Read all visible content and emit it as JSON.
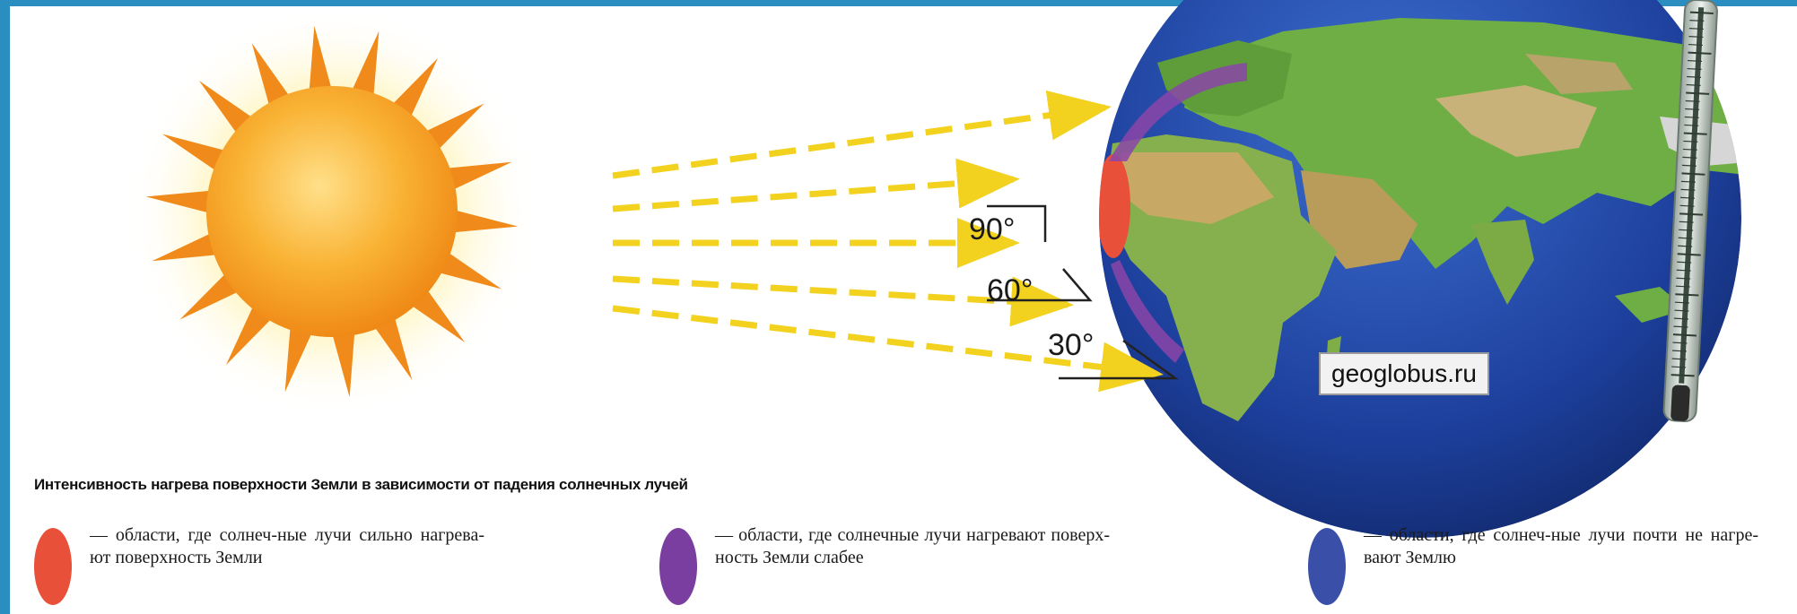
{
  "diagram": {
    "angles": [
      "90°",
      "60°",
      "30°"
    ],
    "watermark": "geoglobus.ru",
    "caption": "Интенсивность нагрева поверхности Земли в зависимости от падения солнечных лучей",
    "legend": [
      {
        "color": "#e8503a",
        "text": "— области, где солнеч-ные лучи сильно нагрева-ют поверхность Земли"
      },
      {
        "color": "#7a3da0",
        "text": "— области, где солнечные лучи нагревают поверх-ность Земли слабее"
      },
      {
        "color": "#3a4fa8",
        "text": "— области, где солнеч-ные лучи почти не нагре-вают Землю"
      }
    ],
    "colors": {
      "frame": "#2a8fc0",
      "sun_core": "#f7a21b",
      "sun_rays": "#f08a1a",
      "sunbeams": "#f3d21f",
      "ocean": "#1d3f9c",
      "land": "#5fa33a"
    },
    "icons": [
      "sun-icon",
      "globe-icon",
      "thermometer-icon"
    ]
  }
}
